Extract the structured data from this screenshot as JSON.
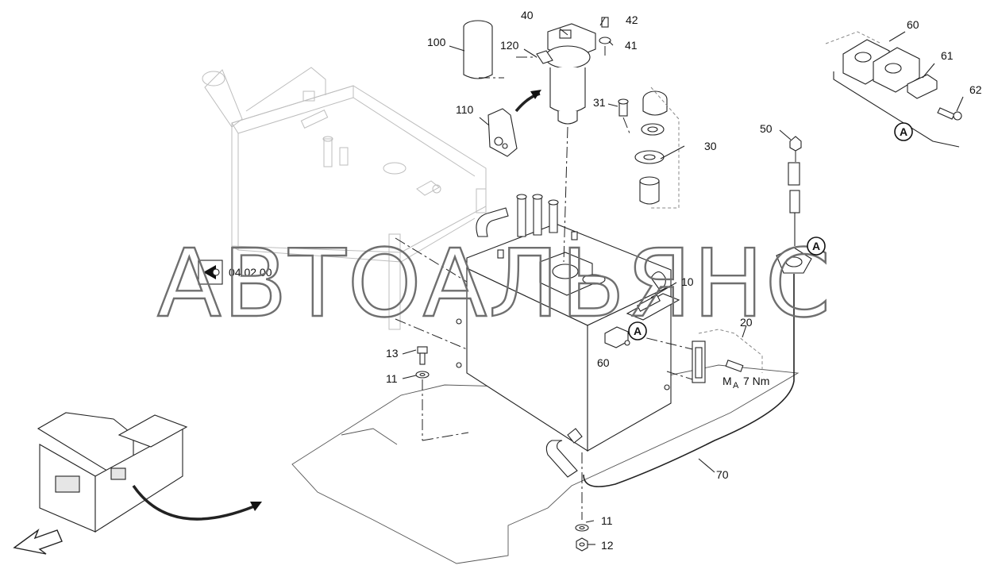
{
  "watermark": "АВТОАЛЬЯНС",
  "reference": "04.02.00",
  "torque": {
    "prefix": "M",
    "sub": "A",
    "value": "7 Nm"
  },
  "callouts": [
    {
      "id": "c40",
      "text": "40"
    },
    {
      "id": "c42",
      "text": "42"
    },
    {
      "id": "c41",
      "text": "41"
    },
    {
      "id": "c100",
      "text": "100"
    },
    {
      "id": "c120",
      "text": "120"
    },
    {
      "id": "c110",
      "text": "110"
    },
    {
      "id": "c31",
      "text": "31"
    },
    {
      "id": "c30",
      "text": "30"
    },
    {
      "id": "c50",
      "text": "50"
    },
    {
      "id": "c60a",
      "text": "60"
    },
    {
      "id": "c61",
      "text": "61"
    },
    {
      "id": "c62",
      "text": "62"
    },
    {
      "id": "c10",
      "text": "10"
    },
    {
      "id": "c20",
      "text": "20"
    },
    {
      "id": "c60b",
      "text": "60"
    },
    {
      "id": "c13",
      "text": "13"
    },
    {
      "id": "c11a",
      "text": "11"
    },
    {
      "id": "c70",
      "text": "70"
    },
    {
      "id": "c11b",
      "text": "11"
    },
    {
      "id": "c12",
      "text": "12"
    }
  ],
  "detail_markers": [
    {
      "id": "mA1",
      "text": "A"
    },
    {
      "id": "mA2",
      "text": "A"
    },
    {
      "id": "mA3",
      "text": "A"
    }
  ]
}
